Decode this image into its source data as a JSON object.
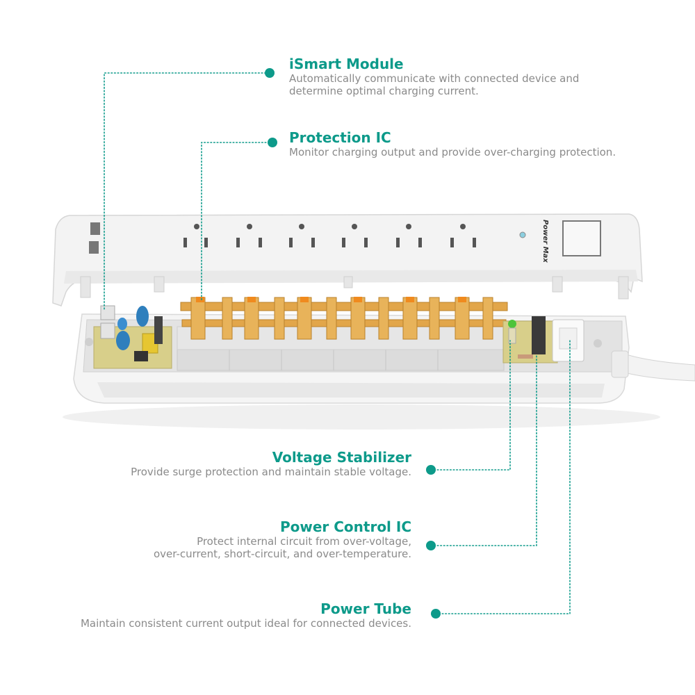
{
  "colors": {
    "accent": "#0d9a8a",
    "description": "#8a8a8a",
    "housing": "#f1f1f1",
    "housing_edge": "#d7d7d7",
    "copper": "#e2a64a",
    "pcb": "#d8cf8a"
  },
  "product": {
    "brand_logo": "Power Max"
  },
  "callouts": {
    "ismart": {
      "title": "iSmart Module",
      "description": [
        "Automatically communicate with connected device and",
        "determine optimal charging current."
      ]
    },
    "protection": {
      "title": "Protection IC",
      "description": [
        "Monitor charging output and provide over-charging protection."
      ]
    },
    "voltage": {
      "title": "Voltage Stabilizer",
      "description": [
        "Provide surge protection and maintain stable voltage."
      ]
    },
    "power_control": {
      "title": "Power Control IC",
      "description": [
        "Protect internal circuit from over-voltage,",
        "over-current, short-circuit, and over-temperature."
      ]
    },
    "power_tube": {
      "title": "Power Tube",
      "description": [
        "Maintain consistent current output ideal for connected devices."
      ]
    }
  }
}
